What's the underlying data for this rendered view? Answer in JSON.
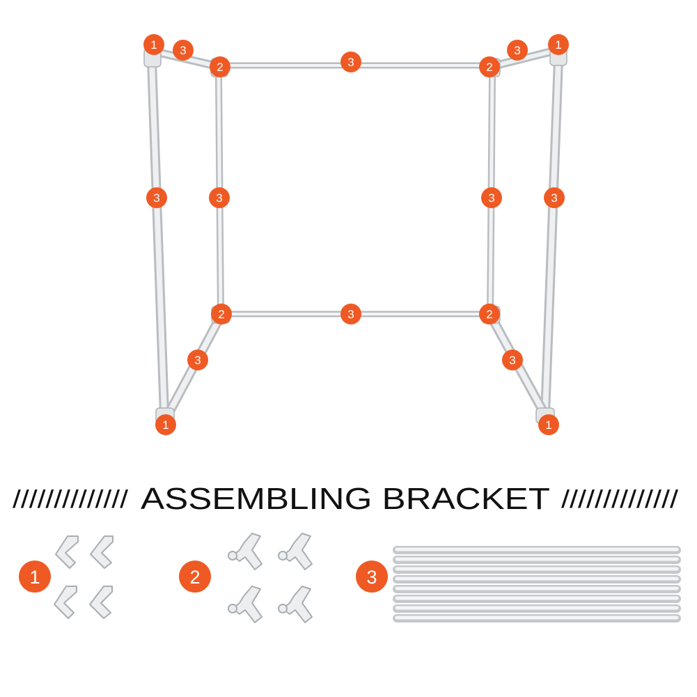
{
  "heading": {
    "title": "ASSEMBLING  BRACKET",
    "left_slashes": "//////////////",
    "right_slashes": "//////////////"
  },
  "colors": {
    "badge": "#ef5a24",
    "pipe": "#e6e8ea",
    "pipe_edge": "#b9bdc1",
    "text_dark": "#111111"
  },
  "frame_callouts": {
    "top_left_corner": "1",
    "top_left_side": "3",
    "top_left_tee": "2",
    "top_center": "3",
    "top_right_tee": "2",
    "top_right_side": "3",
    "top_right_corner": "1",
    "left_outer_post": "3",
    "left_inner_post": "3",
    "right_inner_post": "3",
    "right_outer_post": "3",
    "bottom_left_tee": "2",
    "bottom_center": "3",
    "bottom_right_tee": "2",
    "bottom_left_side": "3",
    "bottom_right_side": "3",
    "bottom_left_corner": "1",
    "bottom_right_corner": "1"
  },
  "legend": {
    "elbows": "1",
    "tees": "2",
    "pipes": "3"
  }
}
